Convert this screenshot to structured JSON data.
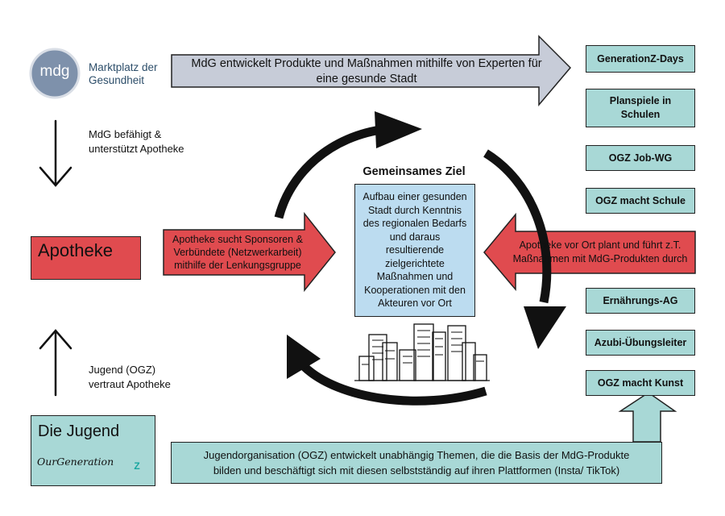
{
  "logo": {
    "abbrev": "mdg",
    "name_line1": "Marktplatz der",
    "name_line2": "Gesundheit"
  },
  "top_arrow": {
    "line1": "MdG entwickelt Produkte und Maßnahmen mithilfe von Experten für",
    "line2": "eine gesunde Stadt"
  },
  "side_notes": {
    "mdg_line1": "MdG befähigt &",
    "mdg_line2": "unterstützt Apotheke",
    "jugend_line1": "Jugend (OGZ)",
    "jugend_line2": "vertraut Apotheke"
  },
  "apotheke_box": {
    "label": "Apotheke"
  },
  "left_arrow": {
    "line1": "Apotheke sucht Sponsoren &",
    "line2": "Verbündete (Netzwerkarbeit)",
    "line3": "mithilfe der Lenkungsgruppe"
  },
  "center": {
    "title": "Gemeinsames Ziel",
    "lines": [
      "Aufbau einer gesunden",
      "Stadt durch Kenntnis",
      "des regionalen Bedarfs",
      "und daraus",
      "resultierende",
      "zielgerichtete",
      "Maßnahmen und",
      "Kooperationen mit den",
      "Akteuren vor Ort"
    ]
  },
  "right_arrow": {
    "line1": "Apotheke vor Ort plant und führt z.T.",
    "line2": "Maßnahmen mit MdG-Produkten durch"
  },
  "projects": [
    {
      "line1": "GenerationZ-Days",
      "line2": ""
    },
    {
      "line1": "Planspiele in",
      "line2": "Schulen"
    },
    {
      "line1": "OGZ Job-WG",
      "line2": ""
    },
    {
      "line1": "OGZ macht Schule",
      "line2": ""
    },
    {
      "line1": "Ernährungs-AG",
      "line2": ""
    },
    {
      "line1": "Azubi-Übungsleiter",
      "line2": ""
    },
    {
      "line1": "OGZ macht Kunst",
      "line2": ""
    }
  ],
  "jugend_box": {
    "title": "Die Jugend",
    "logo_text": "OurGeneration",
    "logo_mark": "Z"
  },
  "bottom_box": {
    "line1": "Jugendorganisation (OGZ) entwickelt unabhängig Themen, die die Basis der MdG-Produkte",
    "line2": "bilden und beschäftigt sich mit diesen selbstständig auf ihren Plattformen (Insta/ TikTok)"
  },
  "colors": {
    "teal": "#a8d8d6",
    "red": "#e04b4f",
    "gray_blue": "#c7ccd8",
    "light_blue": "#bcdcf0",
    "logo_circle": "#7e91ab",
    "logo_text": "#2d4e6a"
  }
}
